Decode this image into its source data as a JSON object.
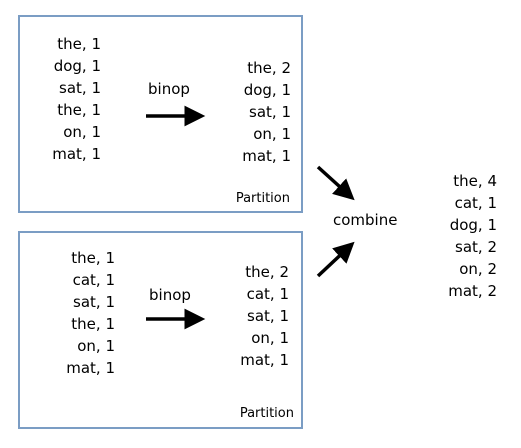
{
  "partitions": [
    {
      "input": [
        "the, 1",
        "dog, 1",
        "sat, 1",
        "the, 1",
        "on, 1",
        "mat, 1"
      ],
      "op_label": "binop",
      "output": [
        "the, 2",
        "dog, 1",
        "sat, 1",
        "on, 1",
        "mat, 1"
      ],
      "label": "Partition"
    },
    {
      "input": [
        "the, 1",
        "cat, 1",
        "sat, 1",
        "the, 1",
        "on, 1",
        "mat, 1"
      ],
      "op_label": "binop",
      "output": [
        "the, 2",
        "cat, 1",
        "sat, 1",
        "on, 1",
        "mat, 1"
      ],
      "label": "Partition"
    }
  ],
  "combine_label": "combine",
  "result": [
    "the, 4",
    "cat, 1",
    "dog, 1",
    "sat, 2",
    "on, 2",
    "mat, 2"
  ]
}
